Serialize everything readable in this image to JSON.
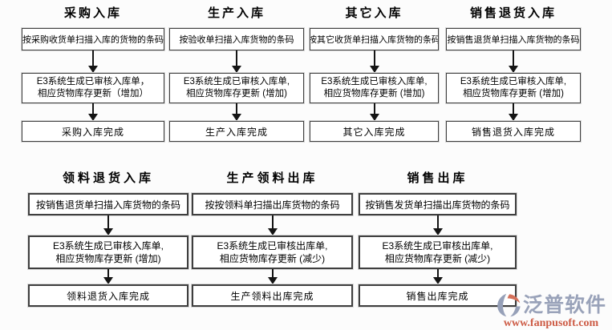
{
  "flows": [
    {
      "title": "采购入库",
      "scan": "按采购收货单扫描入库的货物的条码",
      "system_line1": "E3系统生成已审核入库单，",
      "system_line2": "相应货物库存更新（增加）",
      "done": "采购入库完成"
    },
    {
      "title": "生产入库",
      "scan": "按验收单扫描入库货物的条码",
      "system_line1": "E3系统生成已审核入库单,",
      "system_line2": "相应货物库存更新 (增加)",
      "done": "生产入库完成"
    },
    {
      "title": "其它入库",
      "scan": "按其它收货单扫描入库货物的条码",
      "system_line1": "E3系统生成已审核入库单,",
      "system_line2": "相应货物库存更新 (增加)",
      "done": "其它入库完成"
    },
    {
      "title": "销售退货入库",
      "scan": "按销售退货单扫描入库货物的条码",
      "system_line1": "E3系统生成已审核入库单,",
      "system_line2": "相应货物库存更新 (增加)",
      "done": "销售退货入库完成"
    },
    {
      "title": "领料退货入库",
      "scan": "按销售退货单扫描入库货物的条码",
      "system_line1": "E3系统生成已审核入库单,",
      "system_line2": "相应货物库存更新 (增加)",
      "done": "领料退货入库完成"
    },
    {
      "title": "生产领料出库",
      "scan": "按按领料单扫描出库货物的条码",
      "system_line1": "E3系统生成已审核出库单,",
      "system_line2": "相应货物库存更新 (减少)",
      "done": "生产领料出库完成"
    },
    {
      "title": "销售出库",
      "scan": "按销售发货单扫描出库货物的条码",
      "system_line1": "E3系统生成已审核出库单,",
      "system_line2": "相应货物库存更新 (减少)",
      "done": "销售出库完成"
    }
  ],
  "logo": {
    "brand": "泛普软件",
    "site": "www.fanpusoft.com",
    "icon": "fanpu-swoosh-icon",
    "brand_color": "#99a2b9",
    "site_color": "#cd5b45",
    "icon_slate": "#96a0b8",
    "icon_orange": "#d4705a"
  },
  "colors": {
    "box_border": "#3f3f3f",
    "arrow": "#141414",
    "background": "#fcfcfc"
  }
}
